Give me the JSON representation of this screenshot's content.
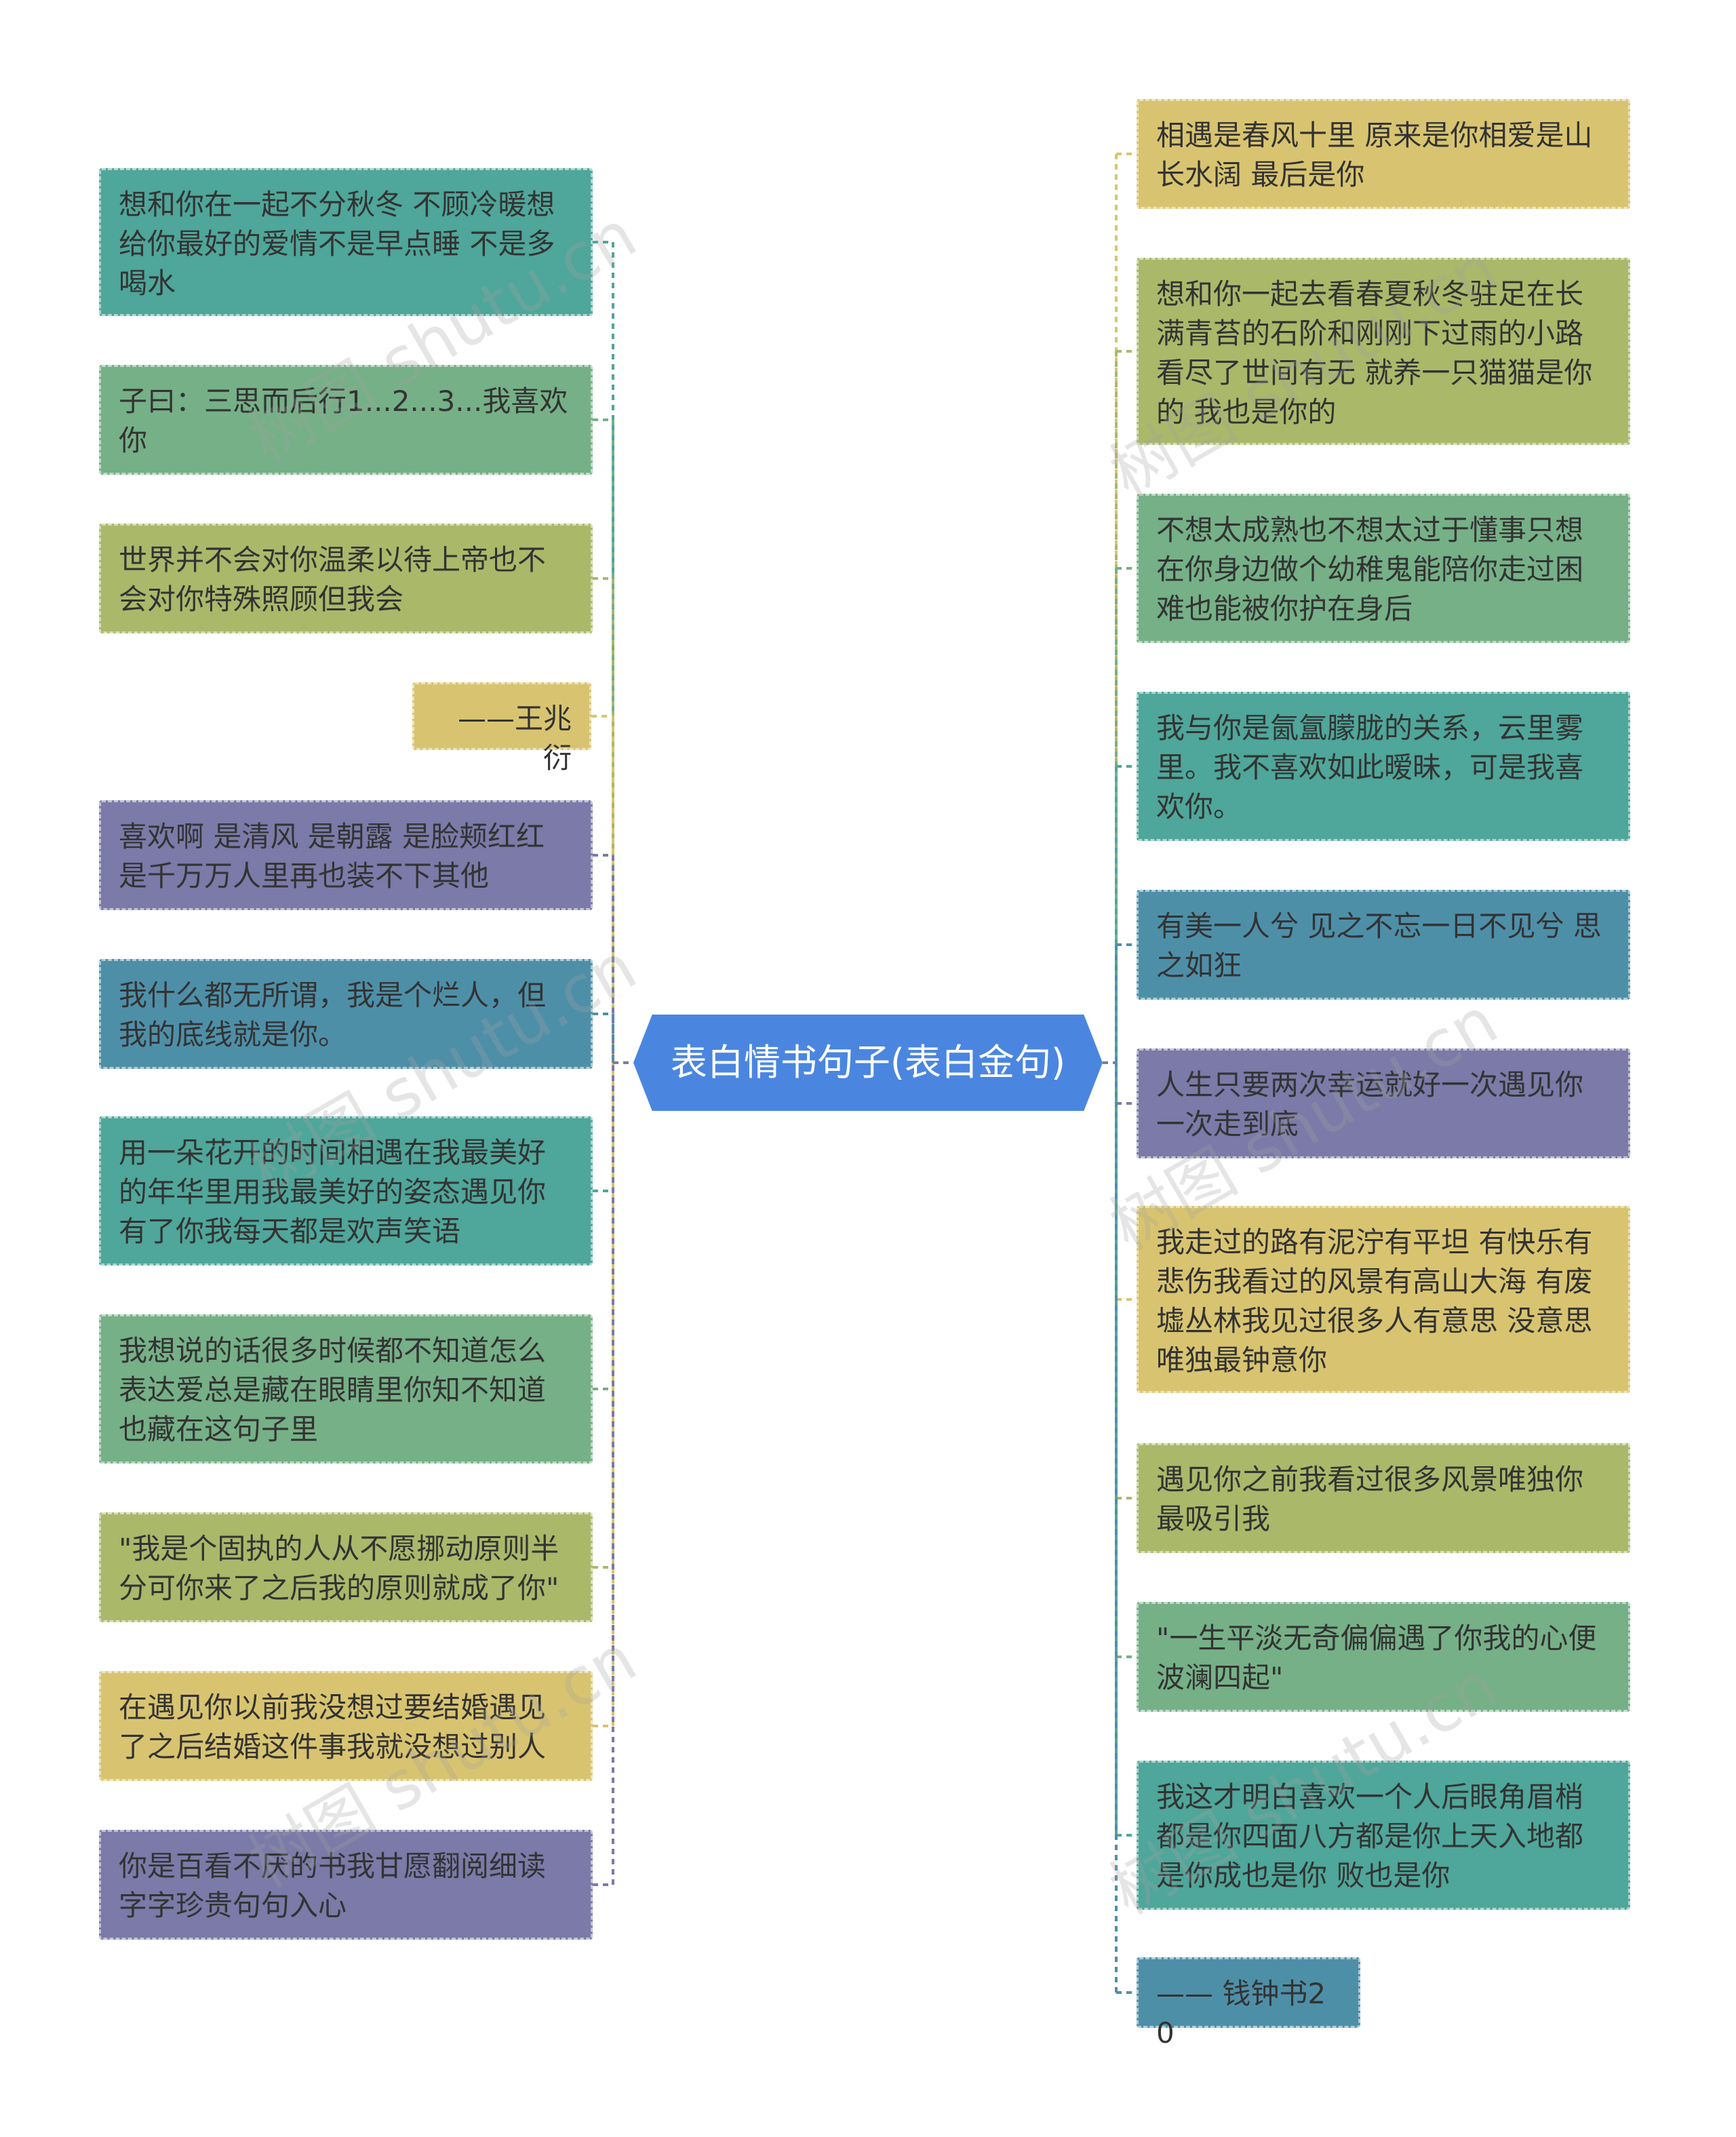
{
  "root": {
    "label": "表白情书句子(表白金句)",
    "color": "#4a86e0"
  },
  "watermark": "树图 shutu.cn",
  "left_nodes": [
    {
      "text": "想和你在一起不分秋冬 不顾冷暖想给你最好的爱情不是早点睡 不是多喝水",
      "color": "#4fa69a"
    },
    {
      "text": "子曰：三思而后行1...2...3...我喜欢你",
      "color": "#76b087"
    },
    {
      "text": "世界并不会对你温柔以待上帝也不会对你特殊照顾但我会",
      "color": "#aab86a"
    },
    {
      "text": "——王兆衍",
      "color": "#d8c470"
    },
    {
      "text": "喜欢啊 是清风 是朝露 是脸颊红红 是千万万人里再也装不下其他",
      "color": "#7b7aa8"
    },
    {
      "text": "我什么都无所谓，我是个烂人，但我的底线就是你。",
      "color": "#4e8fa8"
    },
    {
      "text": "用一朵花开的时间相遇在我最美好的年华里用我最美好的姿态遇见你有了你我每天都是欢声笑语",
      "color": "#4fa69a"
    },
    {
      "text": "我想说的话很多时候都不知道怎么表达爱总是藏在眼睛里你知不知道也藏在这句子里",
      "color": "#76b087"
    },
    {
      "text": "\"我是个固执的人从不愿挪动原则半分可你来了之后我的原则就成了你\"",
      "color": "#aab86a"
    },
    {
      "text": "在遇见你以前我没想过要结婚遇见了之后结婚这件事我就没想过别人",
      "color": "#d8c470"
    },
    {
      "text": "你是百看不厌的书我甘愿翻阅细读字字珍贵句句入心",
      "color": "#7b7aa8"
    }
  ],
  "right_nodes": [
    {
      "text": "相遇是春风十里 原来是你相爱是山长水阔 最后是你",
      "color": "#d8c470"
    },
    {
      "text": "想和你一起去看春夏秋冬驻足在长满青苔的石阶和刚刚下过雨的小路看尽了世间有无 就养一只猫猫是你的 我也是你的",
      "color": "#aab86a"
    },
    {
      "text": "不想太成熟也不想太过于懂事只想在你身边做个幼稚鬼能陪你走过困难也能被你护在身后",
      "color": "#76b087"
    },
    {
      "text": "我与你是氤氲朦胧的关系，云里雾里。我不喜欢如此暧昧，可是我喜欢你。",
      "color": "#4fa69a"
    },
    {
      "text": "有美一人兮 见之不忘一日不见兮 思之如狂",
      "color": "#4e8fa8"
    },
    {
      "text": "人生只要两次幸运就好一次遇见你一次走到底",
      "color": "#7b7aa8"
    },
    {
      "text": "我走过的路有泥泞有平坦 有快乐有悲伤我看过的风景有高山大海 有废墟丛林我见过很多人有意思 没意思唯独最钟意你",
      "color": "#d8c470"
    },
    {
      "text": "遇见你之前我看过很多风景唯独你最吸引我",
      "color": "#aab86a"
    },
    {
      "text": "\"一生平淡无奇偏偏遇了你我的心便波澜四起\"",
      "color": "#76b087"
    },
    {
      "text": "我这才明白喜欢一个人后眼角眉梢都是你四面八方都是你上天入地都是你成也是你 败也是你",
      "color": "#4fa69a"
    },
    {
      "text": "—— 钱钟书20",
      "color": "#4e8fa8"
    }
  ]
}
